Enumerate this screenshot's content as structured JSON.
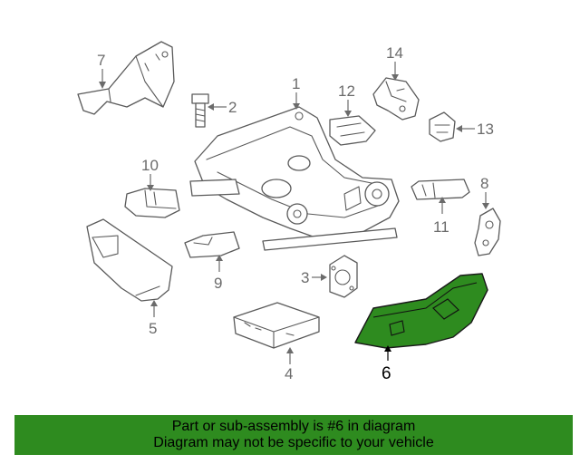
{
  "callouts": {
    "c1": "1",
    "c2": "2",
    "c3": "3",
    "c4": "4",
    "c5": "5",
    "c6": "6",
    "c7": "7",
    "c8": "8",
    "c9": "9",
    "c10": "10",
    "c11": "11",
    "c12": "12",
    "c13": "13",
    "c14": "14"
  },
  "highlighted_part": "6",
  "colors": {
    "banner_background": "#2e8b1f",
    "highlight_fill": "#2e8b1f",
    "line_art": "#5a5a5a"
  },
  "banner": {
    "line1": "Part or sub-assembly is #6 in diagram",
    "line2": "Diagram may not be specific to your vehicle"
  }
}
